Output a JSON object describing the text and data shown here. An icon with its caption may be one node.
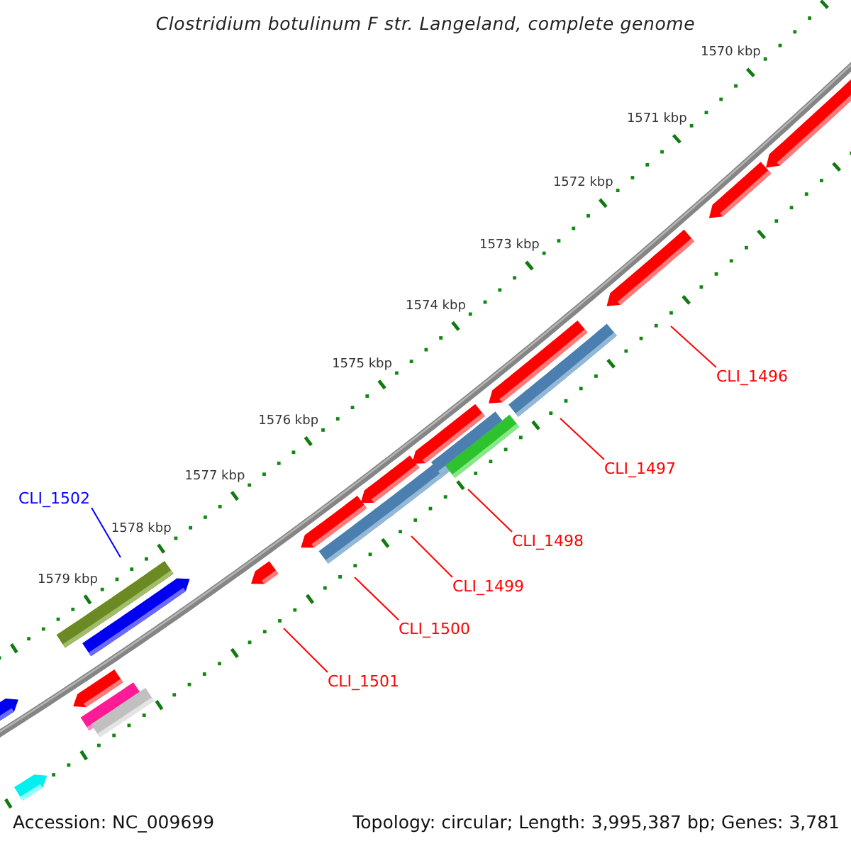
{
  "diagram": {
    "title": "Clostridium botulinum F str. Langeland, complete genome",
    "nodes": [
      {
        "text": [
          "CLI_1496"
        ]
      },
      {
        "text": [
          "CLI_1497"
        ]
      },
      {
        "text": [
          "CLI_1502"
        ]
      },
      {
        "text": [
          "CLI_1498"
        ]
      },
      {
        "text": [
          "CLI_1499"
        ]
      },
      {
        "text": [
          "CLI_1500"
        ]
      },
      {
        "text": [
          "CLI_1501"
        ]
      }
    ],
    "edges": [
      {
        "from": 0,
        "to": null,
        "arrow": "none"
      },
      {
        "from": 1,
        "to": null,
        "arrow": "none"
      },
      {
        "from": 2,
        "to": null,
        "arrow": "none",
        "color": "#0000ff"
      },
      {
        "from": 3,
        "to": null,
        "arrow": "none"
      },
      {
        "from": 4,
        "to": null,
        "arrow": "none"
      },
      {
        "from": 5,
        "to": null,
        "arrow": "none"
      },
      {
        "from": 6,
        "to": null,
        "arrow": "none"
      }
    ],
    "labels": [
      "1570 kbp",
      "1571 kbp",
      "1572 kbp",
      "1573 kbp",
      "1574 kbp",
      "1575 kbp",
      "1576 kbp",
      "1577 kbp",
      "1578 kbp",
      "1579 kbp",
      "Accession: NC_009699",
      "Topology: circular; Length: 3,995,387 bp; Genes: 3,781"
    ]
  }
}
